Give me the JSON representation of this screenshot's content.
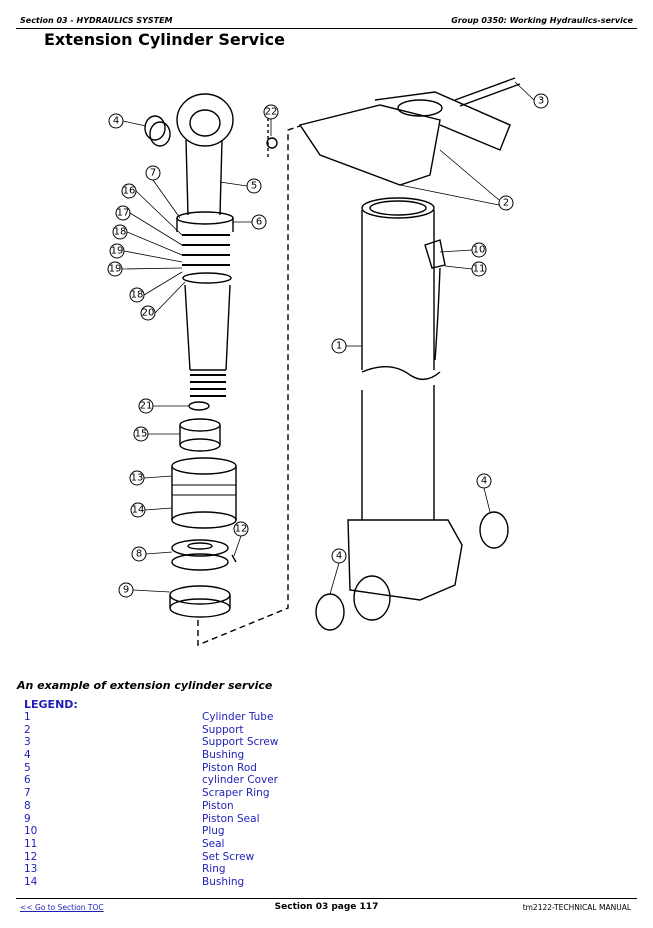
{
  "header": {
    "section": "Section 03 - HYDRAULICS SYSTEM",
    "group": "Group 0350: Working Hydraulics-service"
  },
  "title": "Extension Cylinder Service",
  "figure": {
    "callouts": [
      "1",
      "2",
      "3",
      "4",
      "5",
      "6",
      "7",
      "8",
      "9",
      "10",
      "11",
      "12",
      "13",
      "14",
      "15",
      "16",
      "17",
      "18",
      "19",
      "20",
      "21",
      "22"
    ]
  },
  "caption": "An example of extension cylinder service",
  "legend": {
    "heading": "LEGEND:",
    "items": [
      {
        "num": "1",
        "label": "Cylinder Tube"
      },
      {
        "num": "2",
        "label": "Support"
      },
      {
        "num": "3",
        "label": "Support Screw"
      },
      {
        "num": "4",
        "label": "Bushing"
      },
      {
        "num": "5",
        "label": "Piston Rod"
      },
      {
        "num": "6",
        "label": "cylinder Cover"
      },
      {
        "num": "7",
        "label": "Scraper Ring"
      },
      {
        "num": "8",
        "label": "Piston"
      },
      {
        "num": "9",
        "label": "Piston Seal"
      },
      {
        "num": "10",
        "label": "Plug"
      },
      {
        "num": "11",
        "label": "Seal"
      },
      {
        "num": "12",
        "label": "Set Screw"
      },
      {
        "num": "13",
        "label": "Ring"
      },
      {
        "num": "14",
        "label": "Bushing"
      }
    ]
  },
  "footer": {
    "toc_link": "<< Go to Section TOC",
    "page": "Section 03 page 117",
    "manual": "tm2122-TECHNICAL MANUAL"
  }
}
